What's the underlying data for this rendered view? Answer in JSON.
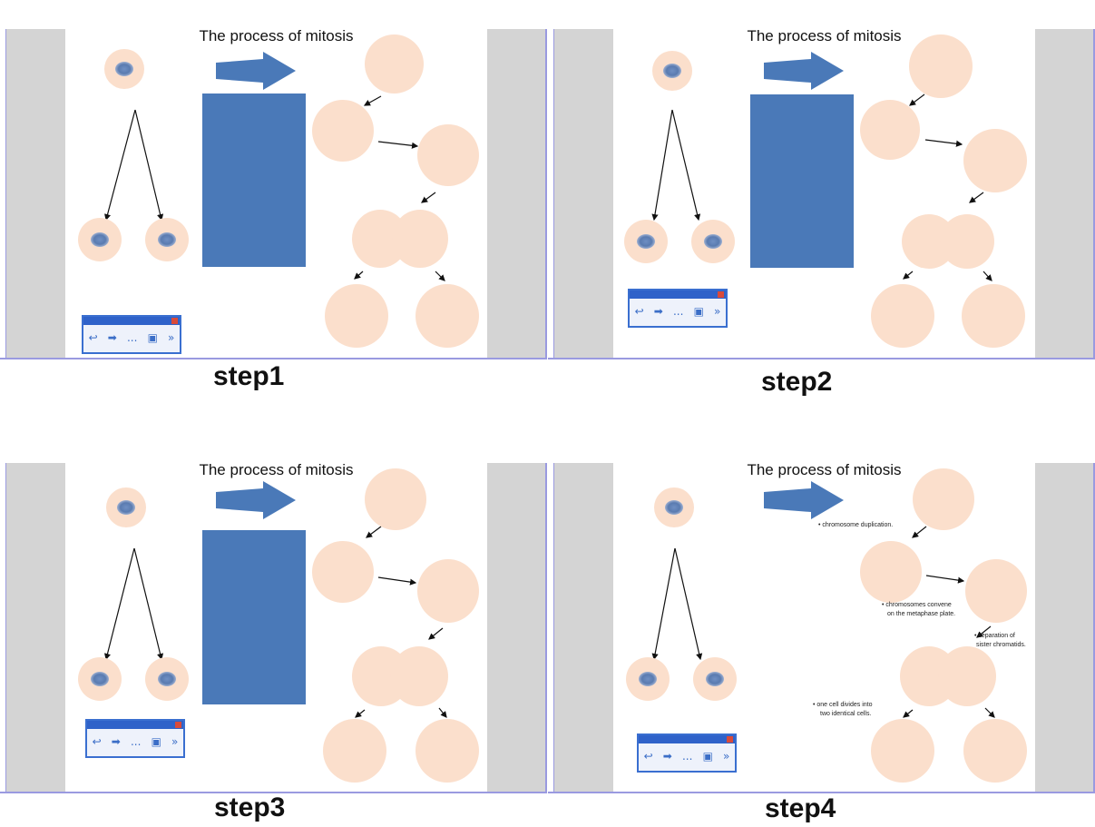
{
  "slide_title": "The process of mitosis",
  "steps": [
    {
      "label": "step1"
    },
    {
      "label": "step2"
    },
    {
      "label": "step3"
    },
    {
      "label": "step4"
    }
  ],
  "toolbar": {
    "back_icon": "back-arrow-icon",
    "forward_icon": "forward-arrow-icon",
    "more_label": "...",
    "screen_icon": "monitor-icon",
    "overflow_label": "»"
  },
  "annotations": {
    "duplication": "• chromosome duplication.",
    "metaphase_1": "• chromosomes convene",
    "metaphase_2": "on the metaphase plate.",
    "separation_1": "• separation of",
    "separation_2": "sister chromatids.",
    "division_1": "• one cell divides into",
    "division_2": "two identical cells."
  },
  "colors": {
    "cell": "#fbdfcc",
    "blue": "#4a79b8",
    "frame_border": "#9a9ae0",
    "panel_gray": "#d4d4d4"
  }
}
